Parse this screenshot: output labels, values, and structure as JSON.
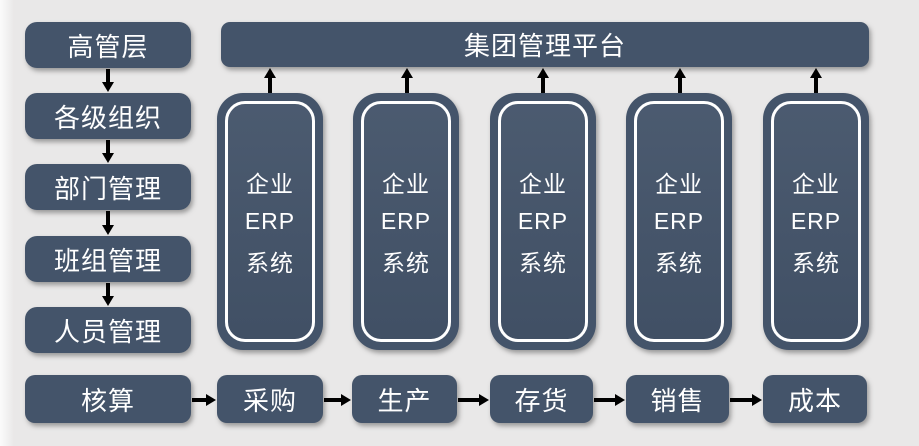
{
  "colors": {
    "node_fill": "#44546a",
    "node_text": "#ffffff",
    "background": "#e9e8e8",
    "connector": "#000000",
    "erp_inner_border": "#ffffff"
  },
  "org_chain": {
    "items": [
      "高管层",
      "各级组织",
      "部门管理",
      "班组管理",
      "人员管理"
    ]
  },
  "platform": {
    "label": "集团管理平台"
  },
  "erp_pill": {
    "count": 5,
    "lines": [
      "企业",
      "ERP",
      "系统"
    ]
  },
  "process_chain": {
    "items": [
      "核算",
      "采购",
      "生产",
      "存货",
      "销售",
      "成本"
    ]
  }
}
